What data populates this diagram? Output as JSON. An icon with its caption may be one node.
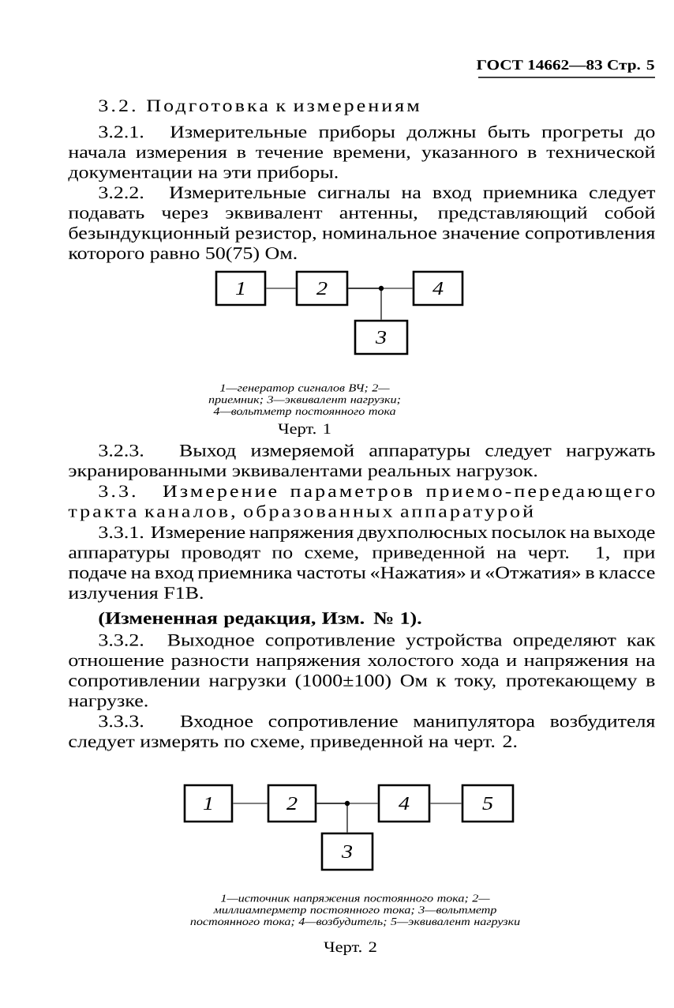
{
  "diagram": {
    "nodes": [
      {
        "text": [
          "1"
        ]
      },
      {
        "text": [
          "2"
        ]
      },
      {
        "text": [
          "4"
        ]
      },
      {
        "text": [
          "3"
        ]
      },
      {
        "text": [
          "1"
        ]
      },
      {
        "text": [
          "2"
        ]
      },
      {
        "text": [
          "4"
        ]
      },
      {
        "text": [
          "5"
        ]
      },
      {
        "text": [
          "3"
        ]
      }
    ],
    "edges": [
      {
        "from": 0,
        "to": 1,
        "arrow": "none"
      },
      {
        "from": 1,
        "to": 2,
        "arrow": "none"
      },
      {
        "from": 1,
        "to": 3,
        "arrow": "none"
      },
      {
        "from": 4,
        "to": 5,
        "arrow": "none"
      },
      {
        "from": 5,
        "to": 6,
        "arrow": "none"
      },
      {
        "from": 5,
        "to": 8,
        "arrow": "none"
      },
      {
        "from": 6,
        "to": 7,
        "arrow": "none"
      }
    ],
    "labels": [
      "ГОСТ 14662—83 Стр. 5",
      "3.2. Подготовка к измерениям",
      "3.2.1. Измерительные приборы должны быть прогреты до начала измерения в течение времени, указанного в технической документации на эти приборы.",
      "3.2.2. Измерительные сигналы на вход приемника следует подавать через эквивалент антенны, представляющий собой безындукционный резистор, номинальное значение сопротивления которого равно 50(75) Ом.",
      "1—генератор сигналов ВЧ; 2—приемник; 3—эквивалент нагрузки; 4—вольтметр постоянного тока",
      "Черт. 1",
      "3.2.3. Выход измеряемой аппаратуры следует нагружать экранированными эквивалентами реальных нагрузок.",
      "3.3. Измерение параметров приемо-передающего тракта каналов, образованных аппаратурой",
      "3.3.1. Измерение напряжения двухполюсных посылок на выходе аппаратуры проводят по схеме, приведенной на черт. 1, при подаче на вход приемника частоты «Нажатия» и «Отжатия» в классе излучения F1B.",
      "(Измененная редакция, Изм. № 1).",
      "3.3.2. Выходное сопротивление устройства определяют как отношение разности напряжения холостого хода и напряжения на сопротивлении нагрузки (1000±100) Ом к току, протекающему в нагрузке.",
      "3.3.3. Входное сопротивление манипулятора возбудителя следует измерять по схеме, приведенной на черт. 2.",
      "1—источник напряжения постоянного тока; 2—миллиамперметр постоянного тока; 3—вольтметр постоянного тока; 4—возбудитель; 5—эквивалент нагрузки",
      "Черт. 2"
    ]
  }
}
